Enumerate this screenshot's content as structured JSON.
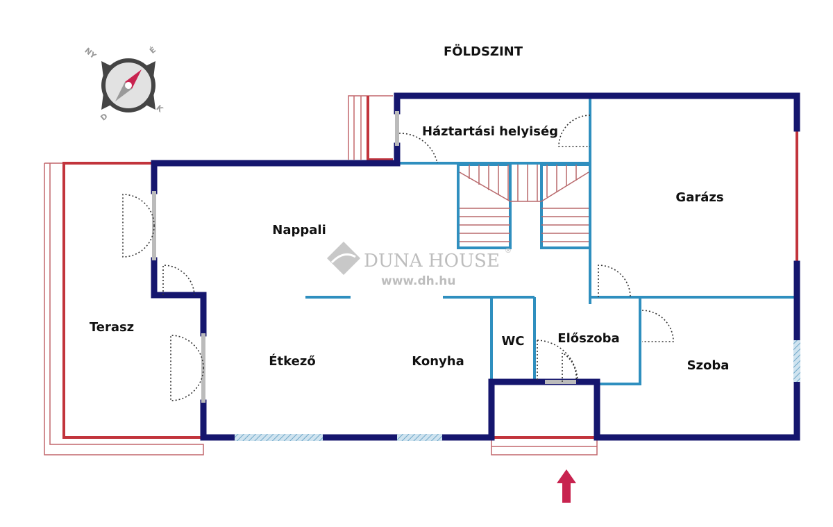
{
  "title": "FÖLDSZINT",
  "compass": {
    "north": "É",
    "west": "NY",
    "south": "D",
    "east": "K"
  },
  "rooms": {
    "haztartasi": "Háztartási helyiség",
    "garazs": "Garázs",
    "nappali": "Nappali",
    "terasz": "Terasz",
    "etkezo": "Étkező",
    "konyha": "Konyha",
    "wc": "WC",
    "eloszoba": "Előszoba",
    "szoba": "Szoba"
  },
  "watermark": {
    "brand": "DUNA HOUSE",
    "registered": "®",
    "url": "www.dh.hu"
  },
  "colors": {
    "wall": "#15166e",
    "inner_wall": "#2f8fbf",
    "terrace": "#c2343c",
    "entrance_arrow": "#c8234f"
  }
}
